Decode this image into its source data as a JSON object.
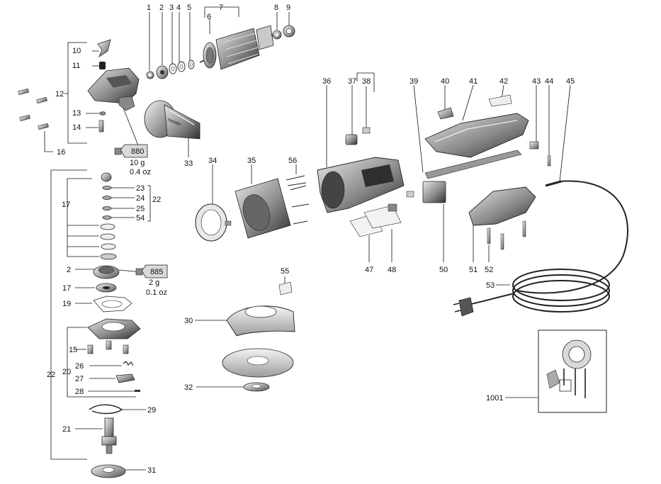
{
  "parts": {
    "p1": "1",
    "p2": "2",
    "p3": "3",
    "p4": "4",
    "p5": "5",
    "p6": "6",
    "p7": "7",
    "p8": "8",
    "p9": "9",
    "p10": "10",
    "p11": "11",
    "p12": "12",
    "p13": "13",
    "p14": "14",
    "p15": "15",
    "p16": "16",
    "p17": "17",
    "p19": "19",
    "p20": "20",
    "p21": "21",
    "p22": "22",
    "p23": "23",
    "p24": "24",
    "p25": "25",
    "p26": "26",
    "p27": "27",
    "p28": "28",
    "p29": "29",
    "p30": "30",
    "p31": "31",
    "p32": "32",
    "p33": "33",
    "p34": "34",
    "p35": "35",
    "p36": "36",
    "p37": "37",
    "p38": "38",
    "p39": "39",
    "p40": "40",
    "p41": "41",
    "p42": "42",
    "p43": "43",
    "p44": "44",
    "p45": "45",
    "p47": "47",
    "p48": "48",
    "p50": "50",
    "p51": "51",
    "p52": "52",
    "p53": "53",
    "p54": "54",
    "p55": "55",
    "p56": "56",
    "p1001": "1001"
  },
  "grease_large": {
    "code": "880",
    "weight": "10 g",
    "ounces": "0.4 oz"
  },
  "grease_small": {
    "code": "885",
    "weight": "2 g",
    "ounces": "0.1 oz"
  },
  "handle_brand": "metabo",
  "colors": {
    "ink": "#111111",
    "part_gray": "#9a9a9a",
    "part_light": "#d8d8d8",
    "part_dark": "#3a3a3a"
  }
}
